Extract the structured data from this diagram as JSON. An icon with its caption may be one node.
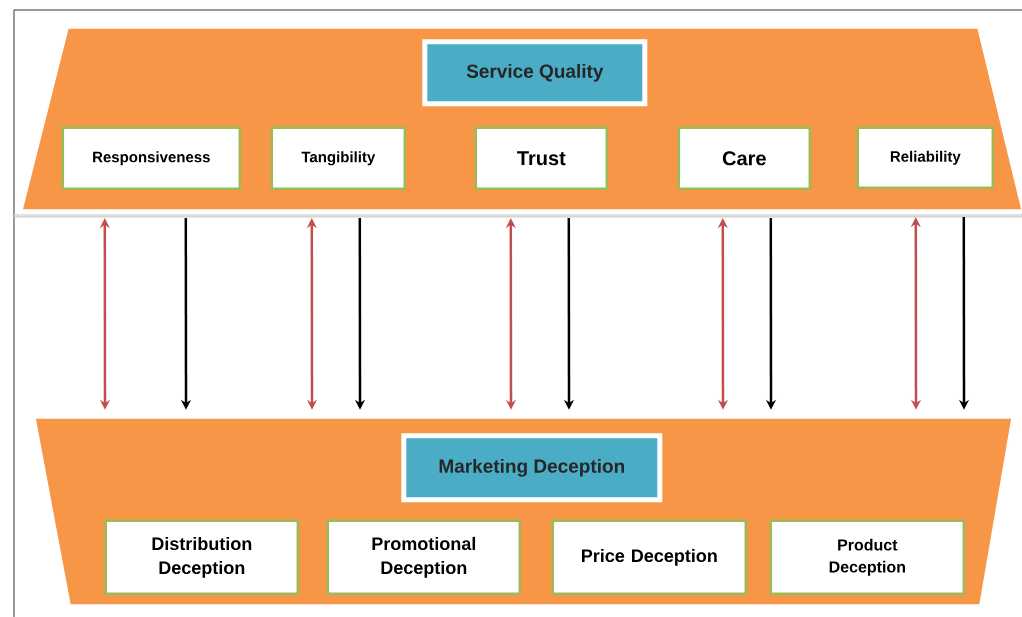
{
  "diagram": {
    "nodes": [
      {
        "text": [],
        "shape": "trapezoid"
      },
      {
        "text": [
          "Service Quality"
        ],
        "in": 0
      },
      {
        "text": [
          "Responsiveness"
        ],
        "in": 0
      },
      {
        "text": [
          "Tangibility"
        ],
        "in": 0
      },
      {
        "text": [
          "Trust"
        ],
        "in": 0
      },
      {
        "text": [
          "Care"
        ],
        "in": 0
      },
      {
        "text": [
          "Reliability"
        ],
        "in": 0
      },
      {
        "text": [],
        "shape": "trapezoid"
      },
      {
        "text": [
          "Marketing Deception"
        ],
        "in": 7
      },
      {
        "text": [
          "Distribution Deception"
        ],
        "in": 7
      },
      {
        "text": [
          "Promotional Deception"
        ],
        "in": 7
      },
      {
        "text": [
          "Price Deception"
        ],
        "in": 7
      },
      {
        "text": [
          "Product Deception"
        ],
        "in": 7
      }
    ],
    "edges": [
      {
        "from": 2,
        "to": 7,
        "arrow": "both",
        "color": "#c0504d"
      },
      {
        "from": 2,
        "to": 7,
        "arrow": "to",
        "color": "#000000"
      },
      {
        "from": 3,
        "to": 7,
        "arrow": "both",
        "color": "#c0504d"
      },
      {
        "from": 3,
        "to": 7,
        "arrow": "to",
        "color": "#000000"
      },
      {
        "from": 4,
        "to": 7,
        "arrow": "both",
        "color": "#c0504d"
      },
      {
        "from": 4,
        "to": 7,
        "arrow": "to",
        "color": "#000000"
      },
      {
        "from": 5,
        "to": 7,
        "arrow": "both",
        "color": "#c0504d"
      },
      {
        "from": 5,
        "to": 7,
        "arrow": "to",
        "color": "#000000"
      },
      {
        "from": 6,
        "to": 7,
        "arrow": "both",
        "color": "#c0504d"
      },
      {
        "from": 6,
        "to": 7,
        "arrow": "to",
        "color": "#000000"
      }
    ]
  }
}
